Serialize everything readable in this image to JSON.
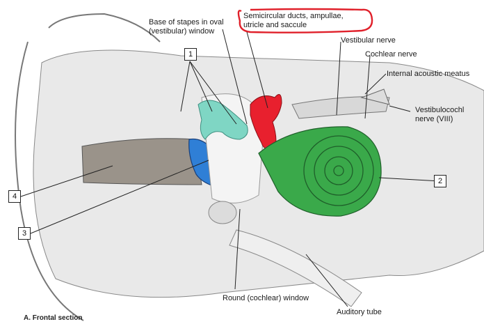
{
  "caption": "A. Frontal section",
  "labels": {
    "stapes_base_1": "Base of stapes in oval",
    "stapes_base_2": "(vestibular) window",
    "semicircular_1": "Semicircular ducts, ampullae,",
    "semicircular_2": "utricle and saccule",
    "vestibular_nerve": "Vestibular nerve",
    "cochlear_nerve": "Cochlear nerve",
    "internal_meatus": "Internal acoustic meatus",
    "vestibulocochlear_1": "Vestibulocochl",
    "vestibulocochlear_2": "nerve (VIII)",
    "round_window": "Round (cochlear) window",
    "auditory_tube": "Auditory tube"
  },
  "number_boxes": [
    "1",
    "2",
    "3",
    "4"
  ],
  "colors": {
    "highlight_circle": "#e0202a",
    "vestibular_red": "#e8202e",
    "cochlea_green": "#3aa94a",
    "ossicle_teal": "#7fd6c4",
    "eardrum_blue": "#2f7fd6",
    "canal_gray": "#9a938a"
  }
}
